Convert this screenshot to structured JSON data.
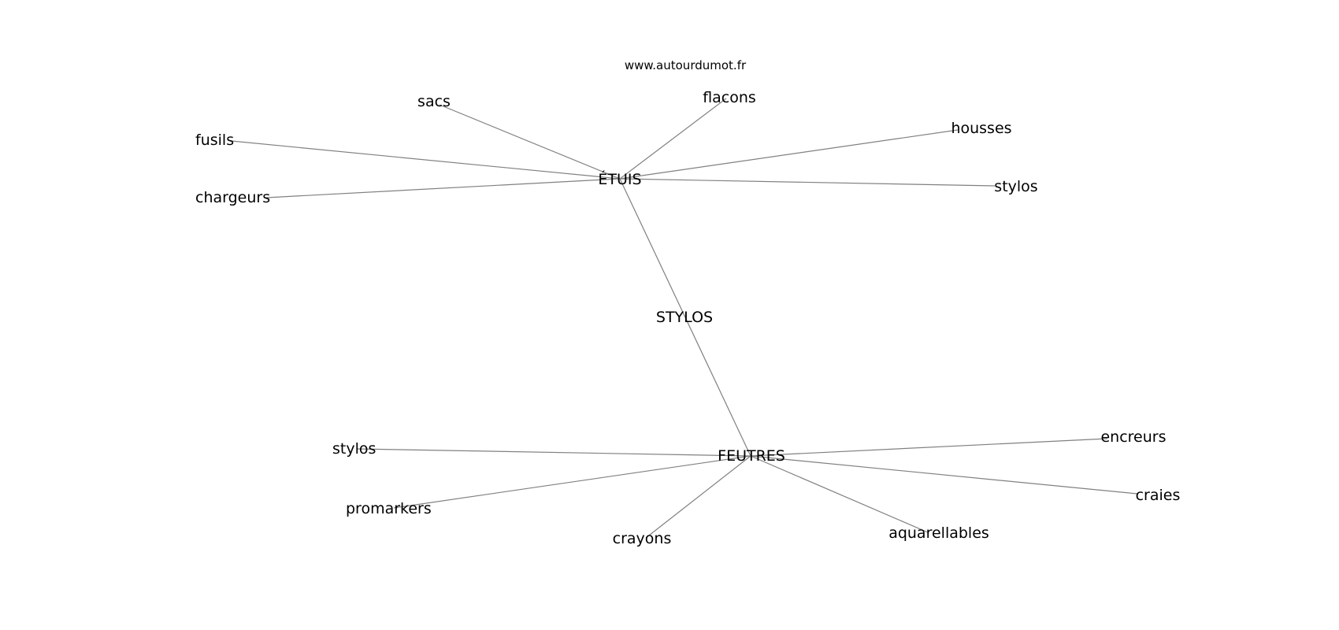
{
  "watermark": "www.autourdumot.fr",
  "colors": {
    "edge": "#808080",
    "label": "#000000",
    "background": "#ffffff"
  },
  "graph": {
    "nodes": [
      {
        "id": "stylos_center",
        "label": "STYLOS"
      },
      {
        "id": "etuis",
        "label": "ÉTUIS"
      },
      {
        "id": "feutres",
        "label": "FEUTRES"
      },
      {
        "id": "sacs",
        "label": "sacs"
      },
      {
        "id": "flacons",
        "label": "flacons"
      },
      {
        "id": "housses",
        "label": "housses"
      },
      {
        "id": "fusils",
        "label": "fusils"
      },
      {
        "id": "chargeurs",
        "label": "chargeurs"
      },
      {
        "id": "stylos_top",
        "label": "stylos"
      },
      {
        "id": "stylos_bottom",
        "label": "stylos"
      },
      {
        "id": "promarkers",
        "label": "promarkers"
      },
      {
        "id": "crayons",
        "label": "crayons"
      },
      {
        "id": "aquarellables",
        "label": "aquarellables"
      },
      {
        "id": "craies",
        "label": "craies"
      },
      {
        "id": "encreurs",
        "label": "encreurs"
      }
    ],
    "edges": [
      [
        "etuis",
        "feutres"
      ],
      [
        "etuis",
        "sacs"
      ],
      [
        "etuis",
        "flacons"
      ],
      [
        "etuis",
        "housses"
      ],
      [
        "etuis",
        "fusils"
      ],
      [
        "etuis",
        "chargeurs"
      ],
      [
        "etuis",
        "stylos_top"
      ],
      [
        "feutres",
        "stylos_bottom"
      ],
      [
        "feutres",
        "promarkers"
      ],
      [
        "feutres",
        "crayons"
      ],
      [
        "feutres",
        "aquarellables"
      ],
      [
        "feutres",
        "craies"
      ],
      [
        "feutres",
        "encreurs"
      ]
    ]
  }
}
